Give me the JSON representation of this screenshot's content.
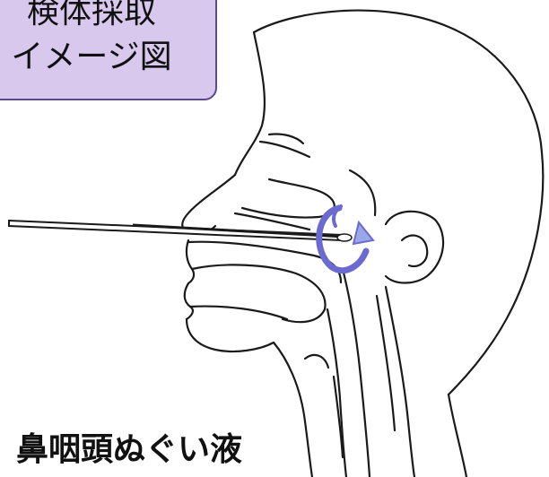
{
  "title_lines": [
    "検体採取",
    "イメージ図"
  ],
  "caption": "鼻咽頭ぬぐい液",
  "colors": {
    "title_bg": "#d9c8ee",
    "title_border": "#5b4a8a",
    "rotation_arrow": "#6a6ad0",
    "line_art": "#1a1a1a"
  },
  "icons": [
    "rotation-arrow-icon",
    "swab-icon"
  ]
}
